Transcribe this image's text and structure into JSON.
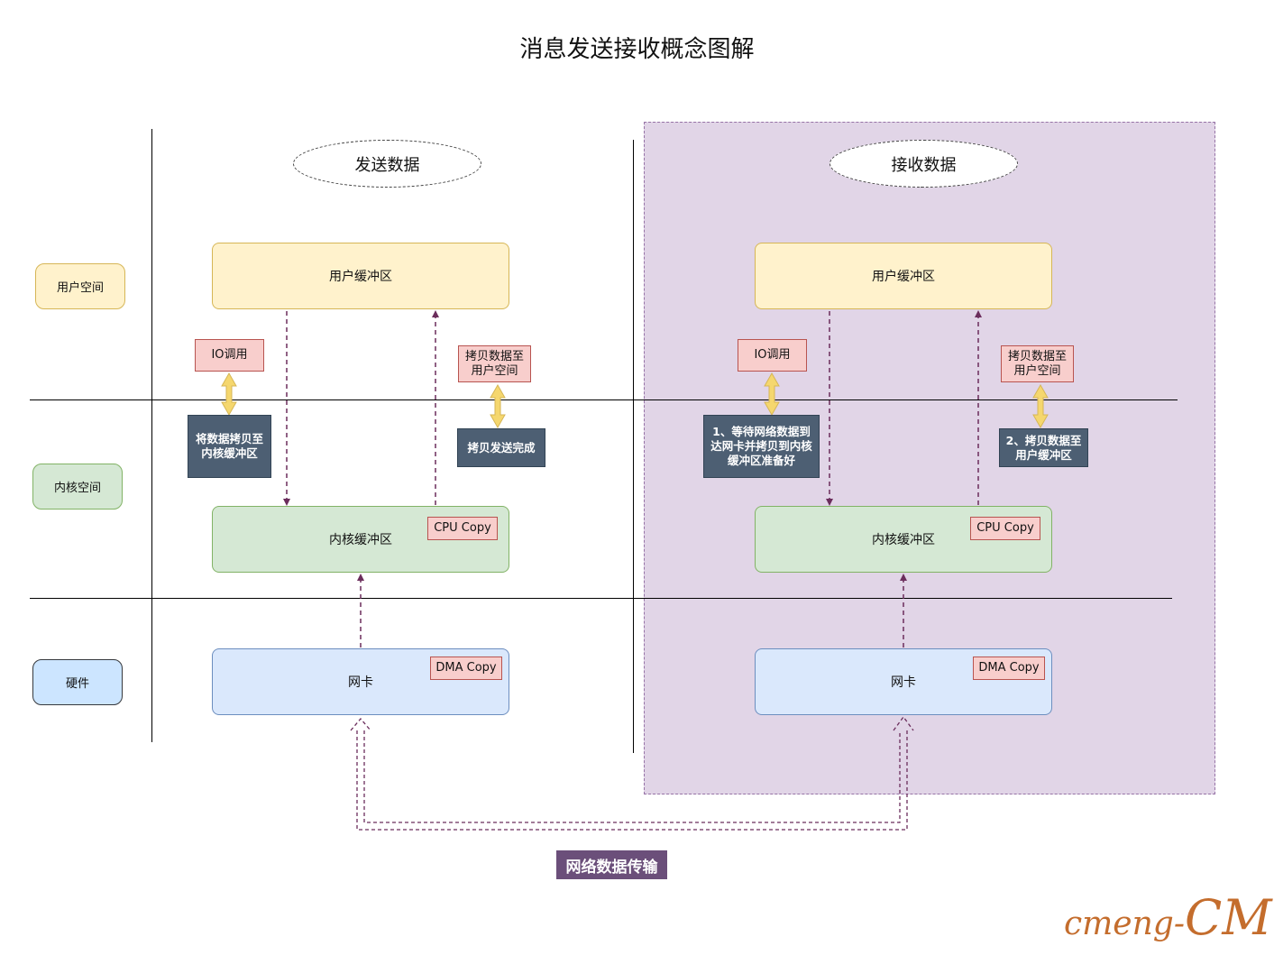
{
  "title": "消息发送接收概念图解",
  "rows": {
    "user_space": "用户空间",
    "kernel_space": "内核空间",
    "hardware": "硬件"
  },
  "send": {
    "header": "发送数据",
    "user_buffer": "用户缓冲区",
    "kernel_buffer": "内核缓冲区",
    "nic": "网卡",
    "io_call": "IO调用",
    "copy_to_user": "拷贝数据至\n用户空间",
    "note_left": "将数据拷贝至\n内核缓冲区",
    "note_right": "拷贝发送完成",
    "cpu_copy": "CPU Copy",
    "dma_copy": "DMA Copy"
  },
  "receive": {
    "header": "接收数据",
    "user_buffer": "用户缓冲区",
    "kernel_buffer": "内核缓冲区",
    "nic": "网卡",
    "io_call": "IO调用",
    "copy_to_user": "拷贝数据至\n用户空间",
    "note_left": "1、等待网络数据到\n达网卡并拷贝到内核\n缓冲区准备好",
    "note_right": "2、拷贝数据至\n用户缓冲区",
    "cpu_copy": "CPU Copy",
    "dma_copy": "DMA Copy"
  },
  "network_transfer": "网络数据传输",
  "watermark": {
    "left": "cmeng-",
    "right": "CM"
  },
  "colors": {
    "arrow": "#6b2d5c",
    "double_arrow": "#f0c94b",
    "receive_area": "#e1d5e7"
  }
}
